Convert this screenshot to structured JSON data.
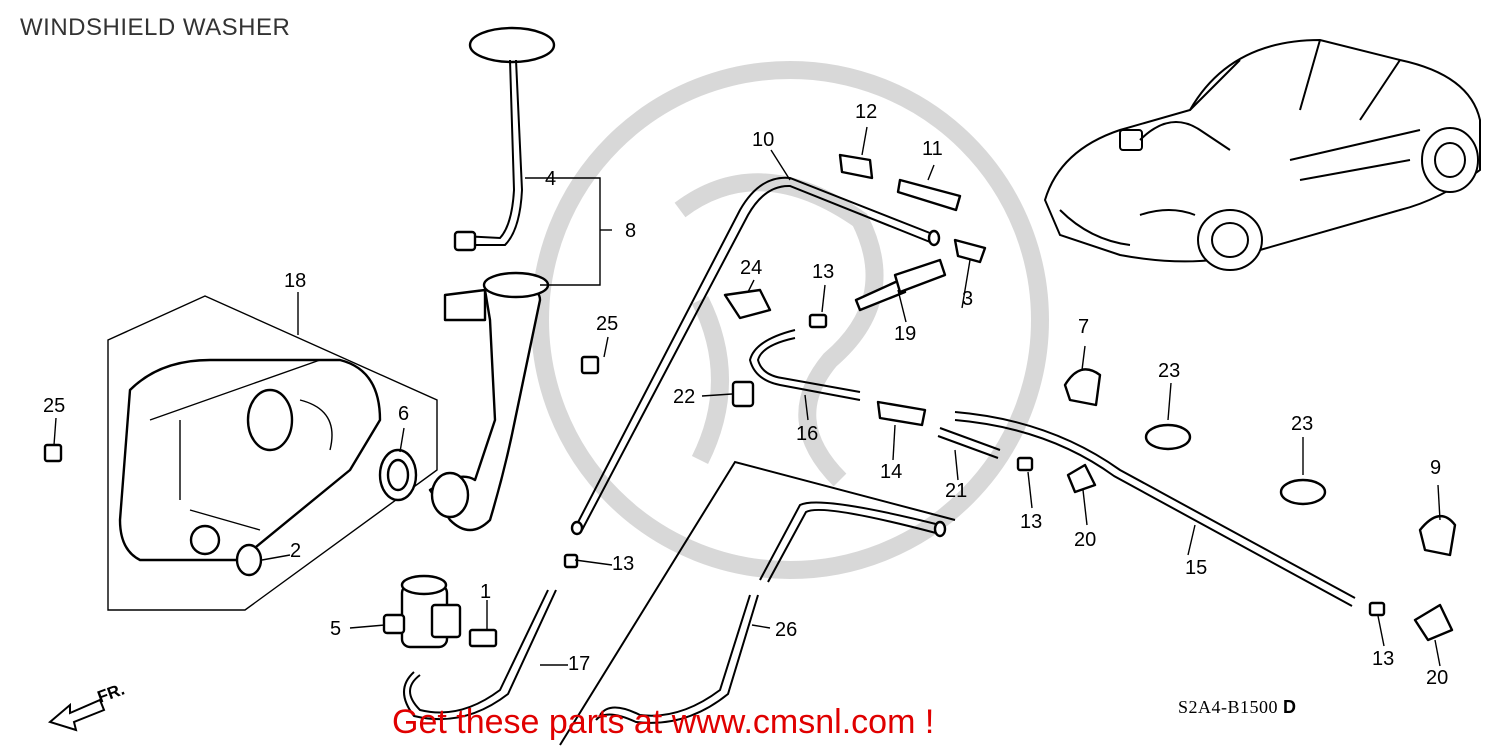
{
  "title": "WINDSHIELD WASHER",
  "diagram_code": "S2A4-B1500",
  "diagram_code_suffix": "D",
  "promo": "Get these parts at www.cmsnl.com !",
  "direction_label": "FR.",
  "colors": {
    "promo": "#e00000",
    "lines": "#000000",
    "watermark": "#d4d4d4"
  },
  "callouts": {
    "c1": "1",
    "c2": "2",
    "c3": "3",
    "c4": "4",
    "c5": "5",
    "c6": "6",
    "c7": "7",
    "c8": "8",
    "c9": "9",
    "c10": "10",
    "c11": "11",
    "c12": "12",
    "c13a": "13",
    "c13b": "13",
    "c13c": "13",
    "c13d": "13",
    "c14": "14",
    "c15": "15",
    "c16": "16",
    "c17": "17",
    "c18": "18",
    "c19": "19",
    "c20a": "20",
    "c20b": "20",
    "c21": "21",
    "c22": "22",
    "c23a": "23",
    "c23b": "23",
    "c24": "24",
    "c25a": "25",
    "c25b": "25",
    "c26": "26"
  }
}
